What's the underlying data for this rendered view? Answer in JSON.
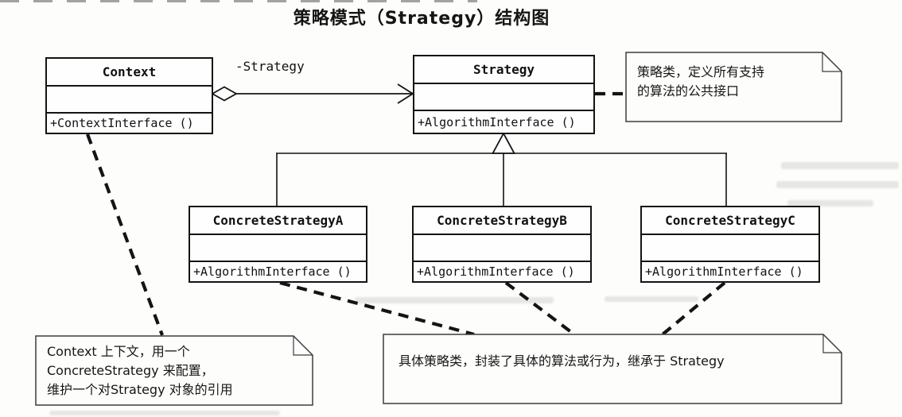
{
  "title": "策略模式（Strategy）结构图",
  "labels": {
    "association": "-Strategy"
  },
  "classes": {
    "context": {
      "name": "Context",
      "method": "+ContextInterface ()"
    },
    "strategy": {
      "name": "Strategy",
      "method": "+AlgorithmInterface ()"
    },
    "concrete_a": {
      "name": "ConcreteStrategyA",
      "method": "+AlgorithmInterface ()"
    },
    "concrete_b": {
      "name": "ConcreteStrategyB",
      "method": "+AlgorithmInterface ()"
    },
    "concrete_c": {
      "name": "ConcreteStrategyC",
      "method": "+AlgorithmInterface ()"
    }
  },
  "notes": {
    "strategy_note": {
      "lines": [
        "策略类，定义所有支持",
        "的算法的公共接口"
      ]
    },
    "context_note": {
      "lines": [
        "Context 上下文，用一个",
        "ConcreteStrategy 来配置，",
        "维护一个对Strategy 对象的引用"
      ]
    },
    "concrete_note": {
      "lines": [
        "具体策略类，封装了具体的算法或行为，继承于 Strategy"
      ]
    }
  },
  "colors": {
    "line": "#141414",
    "note_border": "#3c3c3c",
    "fill": "#fefefe",
    "background": "#fdfdfc"
  }
}
